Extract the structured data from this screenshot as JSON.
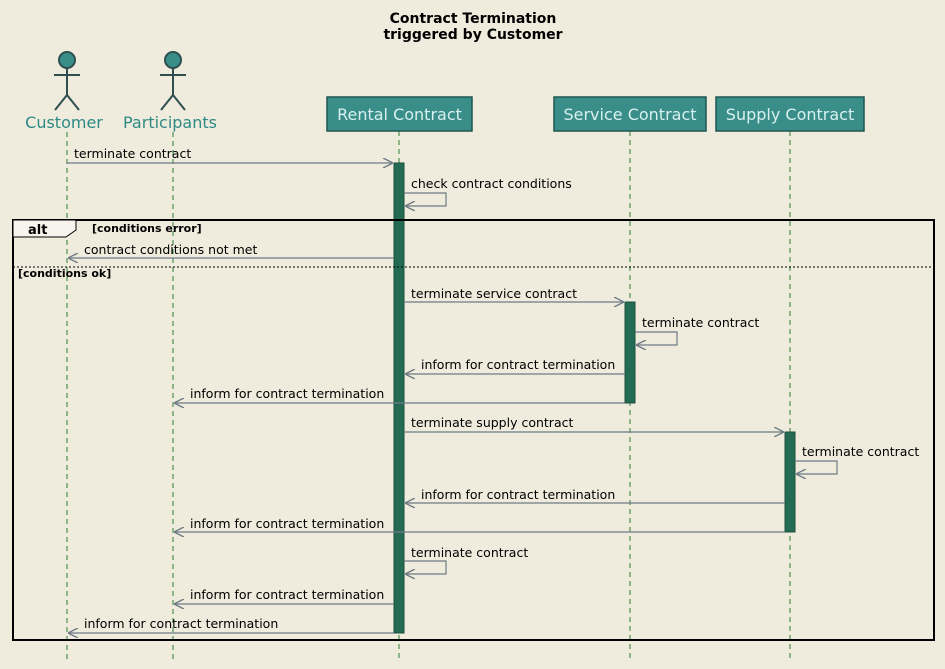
{
  "title": {
    "line1": "Contract Termination",
    "line2": "triggered by Customer"
  },
  "colors": {
    "background": "#EFEBDD",
    "participant_fill": "#3A8E8A",
    "participant_border": "#1F5652",
    "actor_fill": "#3A8E8A",
    "lifeline": "#2E7D32",
    "activation_fill": "#236B52",
    "arrow": "#6E7B85",
    "actor_label": "#2E8A85"
  },
  "participants": {
    "customer": {
      "label": "Customer",
      "kind": "actor"
    },
    "participants": {
      "label": "Participants",
      "kind": "actor"
    },
    "rental": {
      "label": "Rental Contract",
      "kind": "box"
    },
    "service": {
      "label": "Service Contract",
      "kind": "box"
    },
    "supply": {
      "label": "Supply Contract",
      "kind": "box"
    }
  },
  "fragment": {
    "operator": "alt",
    "guard1": "[conditions error]",
    "guard2": "[conditions ok]"
  },
  "messages": [
    {
      "from": "customer",
      "to": "rental",
      "label": "terminate contract"
    },
    {
      "from": "rental",
      "to": "rental",
      "label": "check contract conditions"
    },
    {
      "from": "rental",
      "to": "customer",
      "label": "contract conditions not met"
    },
    {
      "from": "rental",
      "to": "service",
      "label": "terminate service contract"
    },
    {
      "from": "service",
      "to": "service",
      "label": "terminate contract"
    },
    {
      "from": "service",
      "to": "rental",
      "label": "inform for contract termination"
    },
    {
      "from": "service",
      "to": "participants",
      "label": "inform for contract termination"
    },
    {
      "from": "rental",
      "to": "supply",
      "label": "terminate supply contract"
    },
    {
      "from": "supply",
      "to": "supply",
      "label": "terminate contract"
    },
    {
      "from": "supply",
      "to": "rental",
      "label": "inform for contract termination"
    },
    {
      "from": "supply",
      "to": "participants",
      "label": "inform for contract termination"
    },
    {
      "from": "rental",
      "to": "rental",
      "label": "terminate contract"
    },
    {
      "from": "rental",
      "to": "participants",
      "label": "inform for contract termination"
    },
    {
      "from": "rental",
      "to": "customer",
      "label": "inform for contract termination"
    }
  ]
}
